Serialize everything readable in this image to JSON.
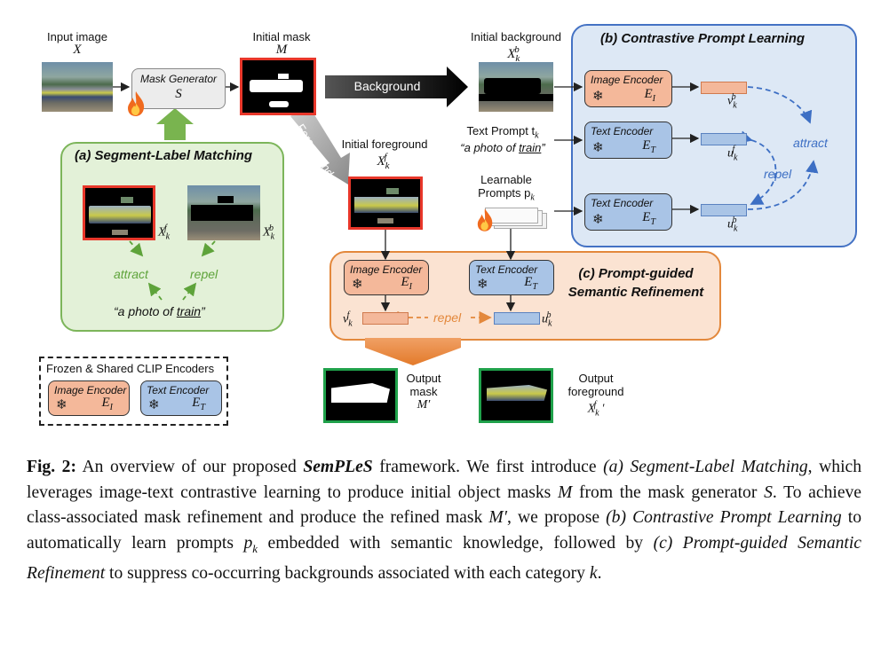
{
  "diagram": {
    "input_label": "Input image",
    "input_symbol": "X",
    "mask_generator_label": "Mask Generator",
    "mask_generator_symbol": "S",
    "initial_mask_label": "Initial mask",
    "initial_mask_symbol": "M",
    "background_arrow_label": "Background",
    "foreground_arrow_label": "Foreground",
    "initial_background_label": "Initial background",
    "initial_background_symbol": "X",
    "initial_foreground_label": "Initial foreground",
    "initial_foreground_symbol": "X",
    "panel_a_title": "(a) Segment-Label Matching",
    "panel_a_fg_symbol": "X",
    "panel_a_bg_symbol": "X",
    "panel_a_attract": "attract",
    "panel_a_repel": "repel",
    "panel_a_prompt_pre": "“a photo of ",
    "panel_a_prompt_word": "train",
    "panel_a_prompt_post": "”",
    "panel_b_title": "(b) Contrastive Prompt Learning",
    "image_encoder": "Image Encoder",
    "text_encoder": "Text Encoder",
    "encoder_image_symbol": "E",
    "encoder_image_sub": "I",
    "encoder_text_symbol": "E",
    "encoder_text_sub": "T",
    "text_prompt_label": "Text Prompt t",
    "text_prompt_sub": "k",
    "text_prompt_quote_pre": "“a photo of ",
    "text_prompt_quote_word": "train",
    "text_prompt_quote_post": "”",
    "learnable_label": "Learnable",
    "prompts_label": "Prompts p",
    "prompts_sub": "k",
    "v_symbol": "v",
    "u_symbol": "u",
    "attract": "attract",
    "repel": "repel",
    "panel_c_title_line1": "(c) Prompt-guided",
    "panel_c_title_line2": "Semantic Refinement",
    "frozen_label": "Frozen & Shared CLIP Encoders",
    "output_mask_label_1": "Output",
    "output_mask_label_2": "mask",
    "output_mask_symbol": "M′",
    "output_fg_label_1": "Output",
    "output_fg_label_2": "foreground",
    "output_fg_symbol": "X",
    "colors": {
      "green_panel": "#e3f1d8",
      "green_border": "#7cb55a",
      "blue_panel": "#dde8f5",
      "blue_border": "#4472c4",
      "orange_panel": "#fbe3d2",
      "orange_border": "#e3883c",
      "orange_encoder": "#f4b89a",
      "blue_encoder": "#a9c4e6",
      "red_frame": "#e8372a",
      "green_frame": "#1fa14a"
    },
    "icons": [
      "fire-icon",
      "snowflake-icon"
    ]
  },
  "caption": {
    "fig_label": "Fig. 2:",
    "t1": " An overview of our proposed ",
    "framework_name": "SemPLeS",
    "t2": " framework. We first introduce ",
    "a_name": "(a) Segment-Label Matching",
    "t3": ", which leverages image-text contrastive learning to produce initial object masks ",
    "M": "M",
    "t4": " from the mask generator ",
    "S": "S",
    "t5": ". To achieve class-associated mask refinement and produce the refined mask ",
    "Mp": "M′",
    "t6": ", we propose ",
    "b_name": "(b) Contrastive Prompt Learning",
    "t7": " to automatically learn prompts ",
    "pk": "p",
    "pk_sub": "k",
    "t8": " embedded with semantic knowledge, followed by ",
    "c_name": "(c) Prompt-guided Semantic Refinement",
    "t9": " to suppress co-occurring backgrounds associated with each category ",
    "k": "k",
    "t10": "."
  }
}
